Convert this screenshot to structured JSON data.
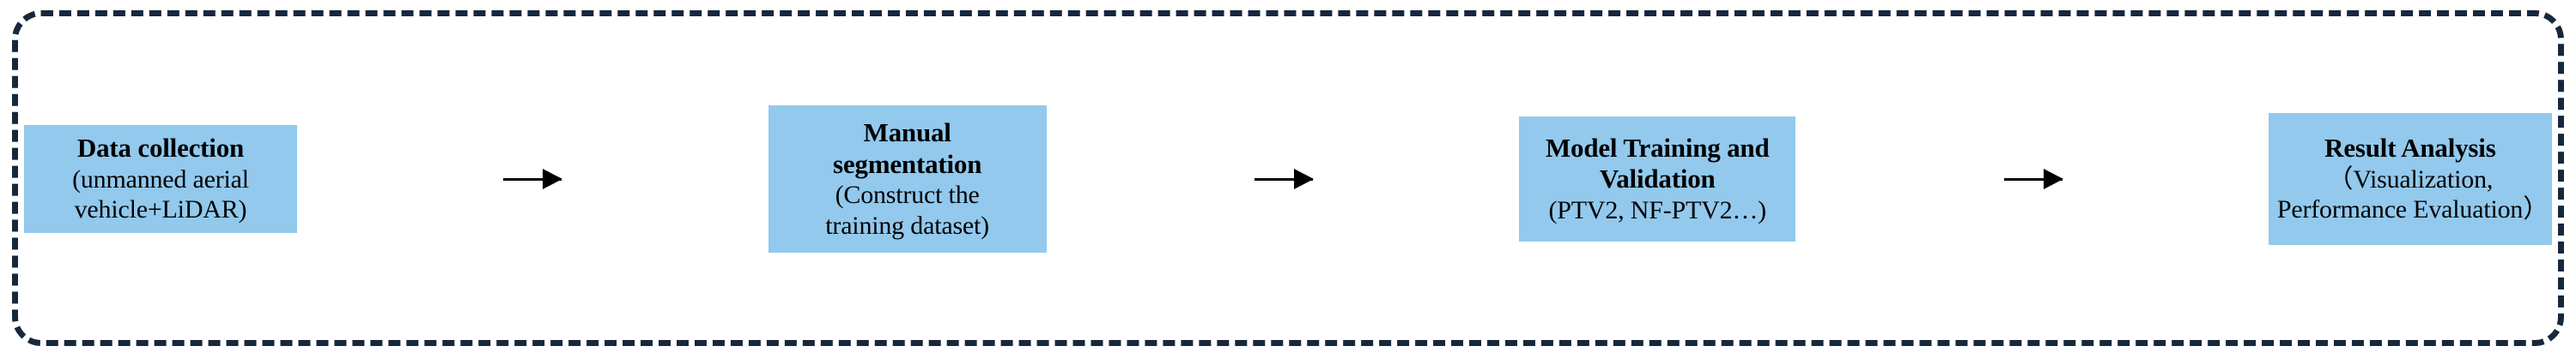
{
  "figure": {
    "type": "flowchart",
    "orientation": "horizontal",
    "box_fill_color": "#92c9ed",
    "frame_color": "#16283c",
    "arrow_color": "#000000",
    "text_color": "#000000",
    "frame_style": "dashed-rounded"
  },
  "stages": [
    {
      "index": 1,
      "title": "Data collection",
      "subtitle": "(unmanned aerial\nvehicle+LiDAR)"
    },
    {
      "index": 2,
      "title": "Manual\nsegmentation",
      "subtitle": "(Construct the\ntraining dataset)"
    },
    {
      "index": 3,
      "title": "Model Training and\nValidation",
      "subtitle": "(PTV2, NF-PTV2…)"
    },
    {
      "index": 4,
      "title": "Result Analysis",
      "subtitle": "（Visualization,\nPerformance Evaluation）"
    }
  ],
  "connectors": [
    {
      "index": 1,
      "from": "Data collection",
      "to": "Manual segmentation",
      "glyph": "arrow-right"
    },
    {
      "index": 2,
      "from": "Manual segmentation",
      "to": "Model Training and Validation",
      "glyph": "arrow-right"
    },
    {
      "index": 3,
      "from": "Model Training and Validation",
      "to": "Result Analysis",
      "glyph": "arrow-right"
    }
  ]
}
